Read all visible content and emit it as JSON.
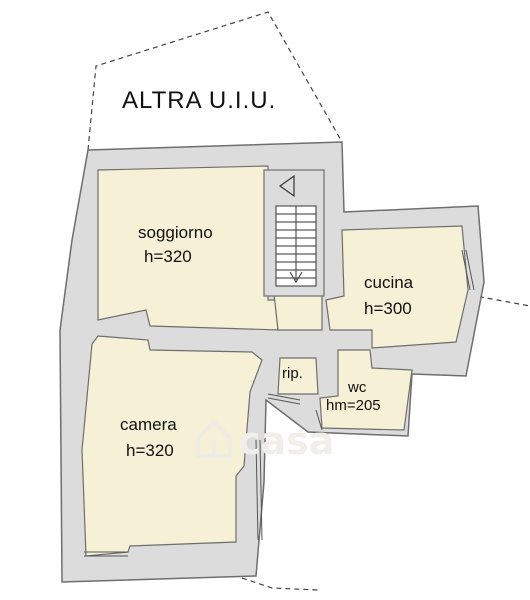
{
  "plan": {
    "adjacent_unit_label": "ALTRA U.I.U.",
    "rooms": [
      {
        "name": "soggiorno",
        "height": "h=320"
      },
      {
        "name": "cucina",
        "height": "h=300"
      },
      {
        "name": "rip.",
        "height": ""
      },
      {
        "name": "wc",
        "height": "hm=205"
      },
      {
        "name": "camera",
        "height": "h=320"
      }
    ],
    "watermark": "casa",
    "colors": {
      "wall": "#dcdcdc",
      "wall_stroke": "#6e6e6e",
      "room_fill": "#f5f0d6",
      "line": "#4a4a4a",
      "background": "#ffffff"
    },
    "icons": [
      "stairs-icon",
      "house-logo-icon"
    ]
  }
}
